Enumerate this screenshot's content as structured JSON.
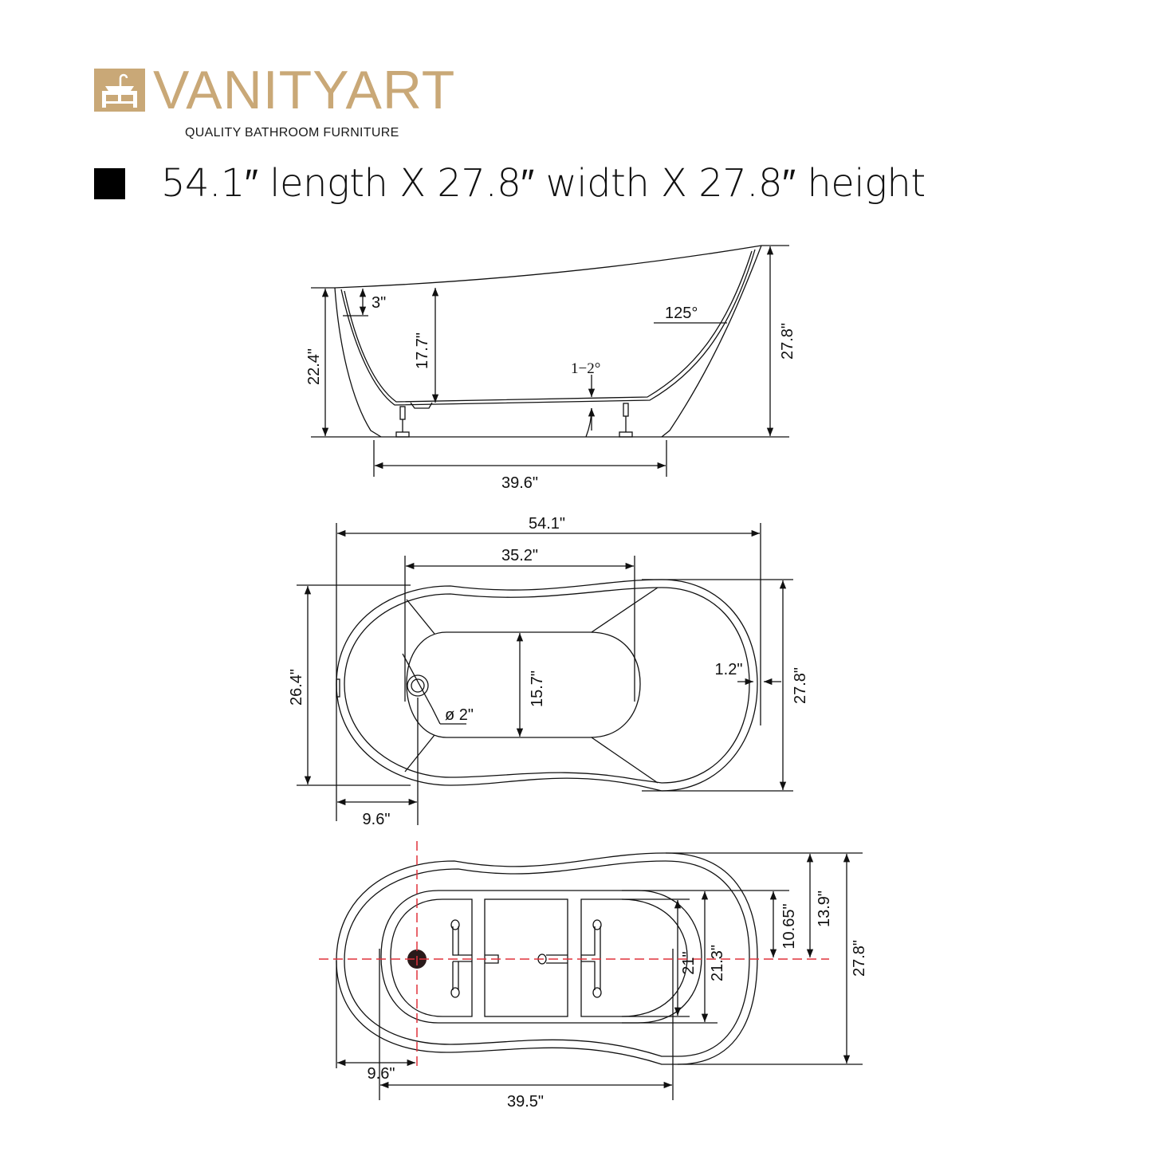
{
  "brand": {
    "name": "VANITYART",
    "tagline": "QUALITY BATHROOM FURNITURE",
    "color": "#c9a877"
  },
  "spec": {
    "summary": "54.1″ length X 27.8″ width X 27.8″ height",
    "length": "54.1″",
    "width": "27.8″",
    "height": "27.8″"
  },
  "side_view": {
    "labels": {
      "rim_depth": "3\"",
      "left_height": "22.4\"",
      "water_depth": "17.7\"",
      "backrest_angle": "125°",
      "floor_slope": "1−2°",
      "total_height": "27.8\"",
      "leg_span": "39.6\""
    }
  },
  "top_view": {
    "labels": {
      "total_length": "54.1\"",
      "basin_length": "35.2\"",
      "outer_width_left": "26.4\"",
      "basin_width": "15.7\"",
      "drain_diameter": "ø 2\"",
      "rim_thickness": "1.2\"",
      "total_width": "27.8\"",
      "drain_offset": "9.6\""
    }
  },
  "bottom_view": {
    "labels": {
      "half_width": "13.9\"",
      "frame_half": "10.65\"",
      "inner_frame": "21\"",
      "outer_frame": "21.3\"",
      "total_width": "27.8\"",
      "drain_offset": "9.6\"",
      "frame_length": "39.5\""
    },
    "centerline_color": "#e0323c"
  }
}
